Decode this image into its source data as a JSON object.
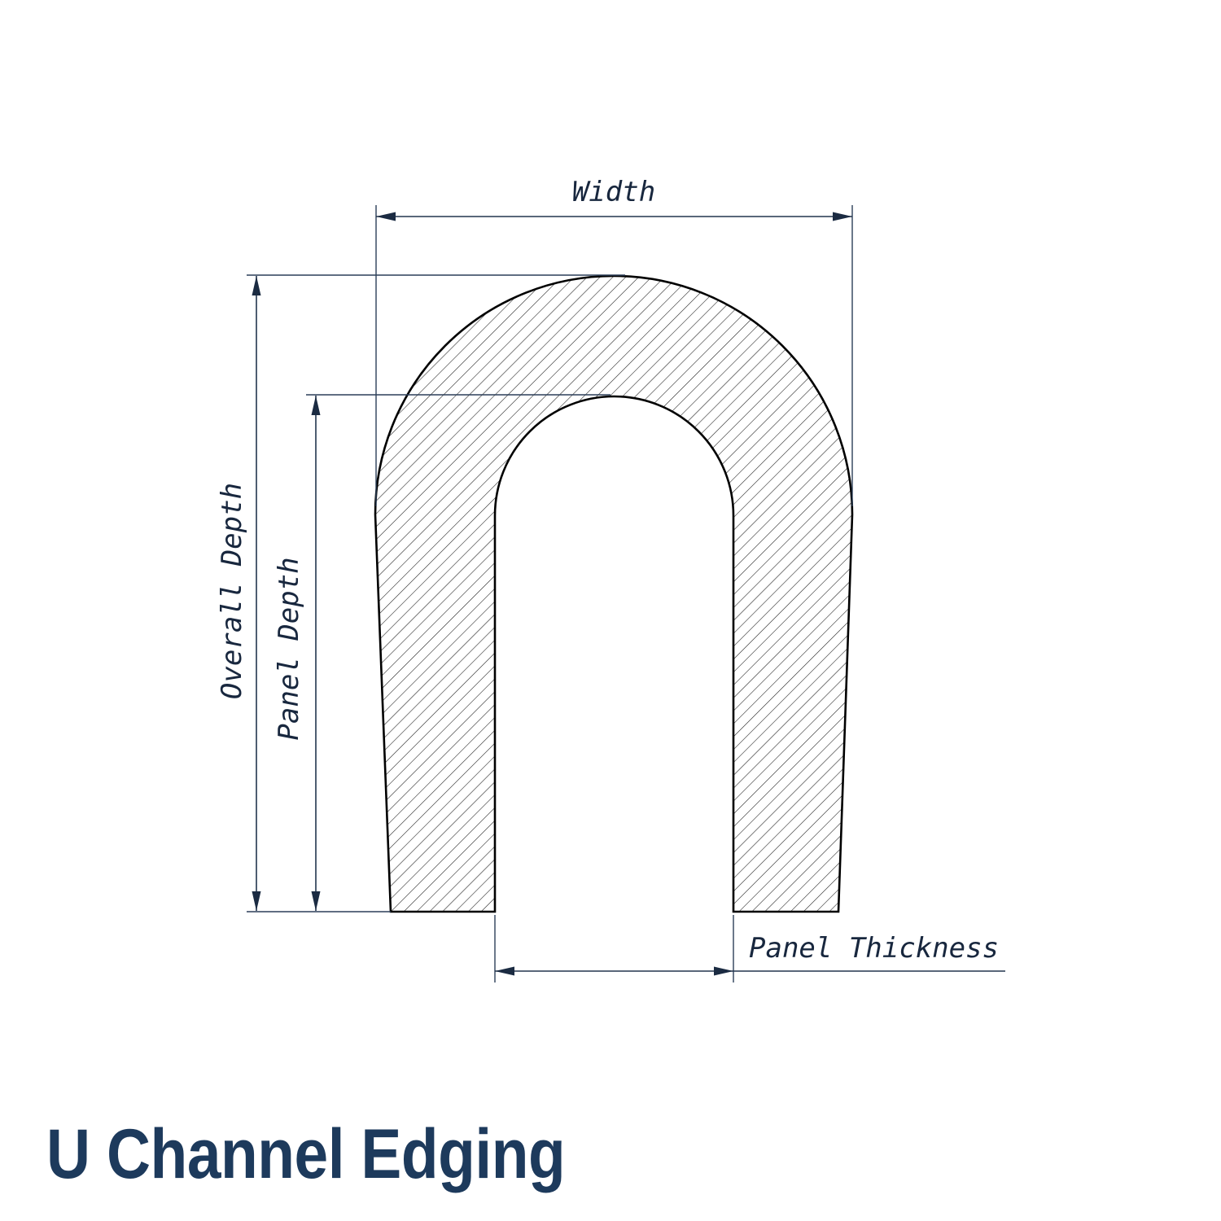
{
  "title": "U Channel Edging",
  "diagram": {
    "labels": {
      "width": "Width",
      "overall_depth": "Overall Depth",
      "panel_depth": "Panel Depth",
      "panel_thickness": "Panel Thickness"
    },
    "colors": {
      "background": "#ffffff",
      "profile_outline": "#000000",
      "hatch_line": "#1a1a1a",
      "dimension_line": "#22354e",
      "dimension_text": "#18273e",
      "title_text": "#1d3a5c"
    }
  }
}
